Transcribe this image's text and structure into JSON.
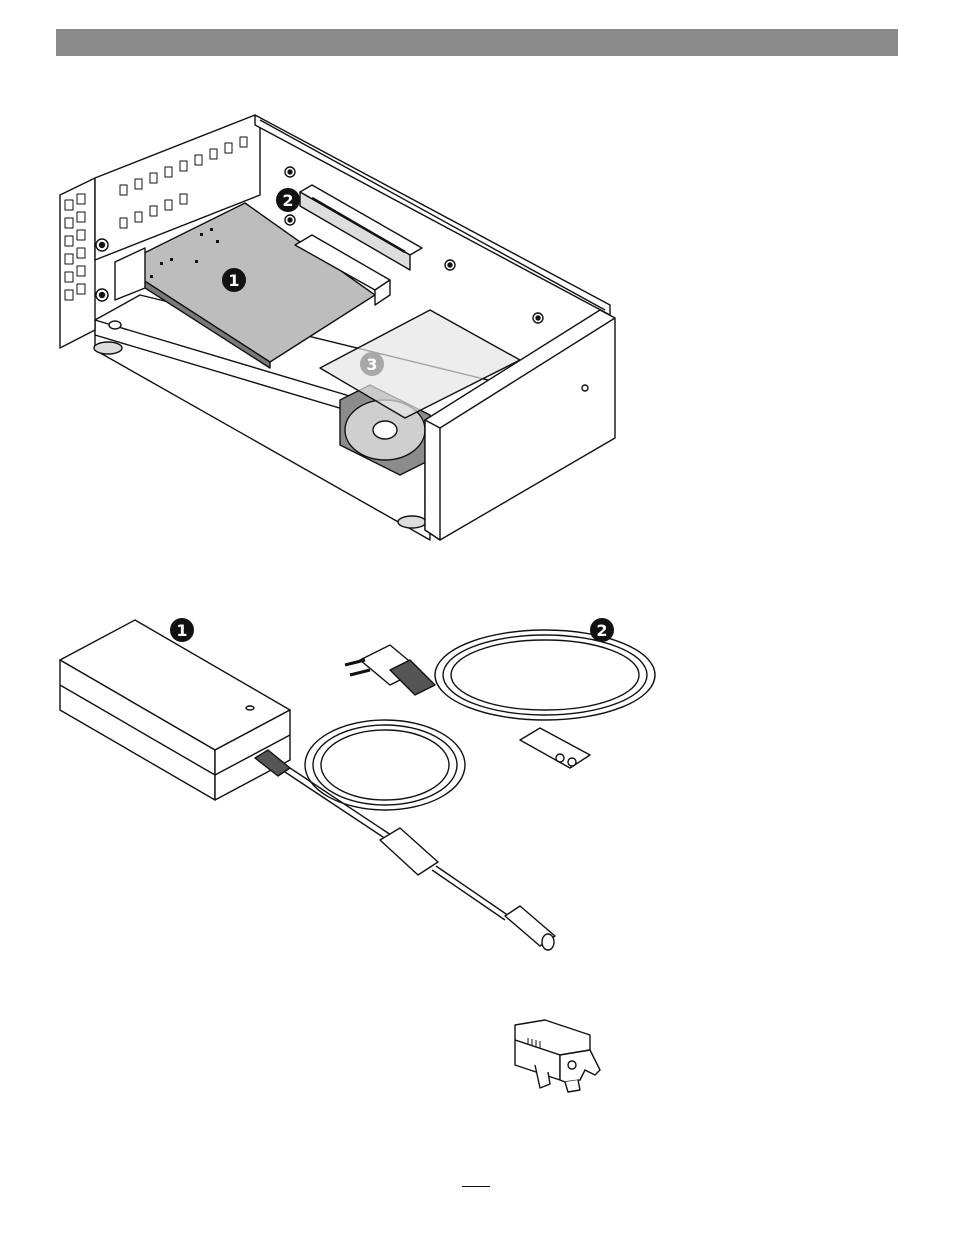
{
  "header": {
    "bar_color": "#8a8a8a"
  },
  "enclosure_figure": {
    "callouts": [
      {
        "label": "1",
        "style": "dark"
      },
      {
        "label": "2",
        "style": "dark"
      },
      {
        "label": "3",
        "style": "light"
      }
    ]
  },
  "power_figure": {
    "callouts": [
      {
        "label": "1",
        "style": "dark"
      },
      {
        "label": "2",
        "style": "dark"
      }
    ]
  },
  "footer": {
    "page_number": ""
  }
}
